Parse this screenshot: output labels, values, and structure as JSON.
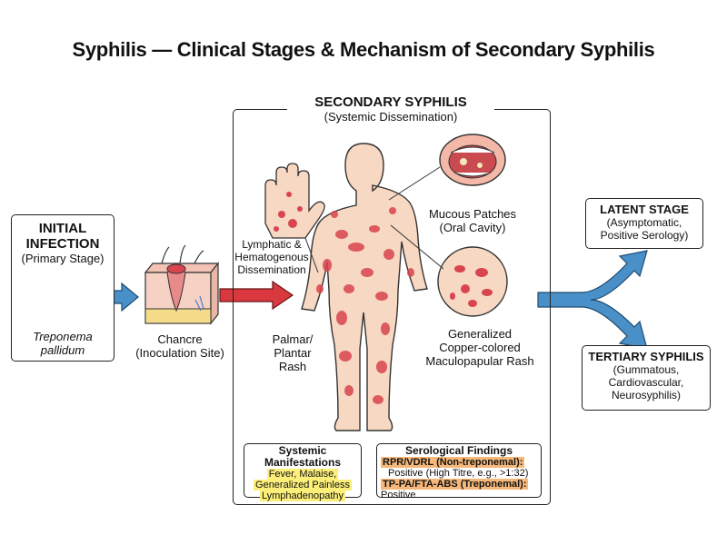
{
  "title": "Syphilis — Clinical Stages & Mechanism of Secondary Syphilis",
  "initial": {
    "heading_1": "INITIAL",
    "heading_2": "INFECTION",
    "subtitle": "(Primary Stage)",
    "organism_1": "Treponema",
    "organism_2": "pallidum"
  },
  "chancre": {
    "label_1": "Chancre",
    "label_2": "(Inoculation Site)"
  },
  "dissemination": {
    "line_1": "Lymphatic &",
    "line_2": "Hematogenous",
    "line_3": "Dissemination"
  },
  "secondary": {
    "heading": "SECONDARY SYPHILIS",
    "subtitle": "(Systemic Dissemination)",
    "palmar_1": "Palmar/",
    "palmar_2": "Plantar",
    "palmar_3": "Rash",
    "mucous_1": "Mucous Patches",
    "mucous_2": "(Oral Cavity)",
    "rash_1": "Generalized",
    "rash_2": "Copper-colored",
    "rash_3": "Maculopapular Rash"
  },
  "systemic": {
    "heading_1": "Systemic",
    "heading_2": "Manifestations",
    "item_1": "Fever, Malaise,",
    "item_2": "Generalized Painless",
    "item_3": "Lymphadenopathy"
  },
  "serology": {
    "heading": "Serological Findings",
    "test_1": "RPR/VDRL (Non-treponemal):",
    "result_1": "Positive (High Titre, e.g., >1:32)",
    "test_2": "TP-PA/FTA-ABS (Treponemal):",
    "result_2": "Positive"
  },
  "latent": {
    "heading": "LATENT STAGE",
    "line_1": "(Asymptomatic,",
    "line_2": "Positive Serology)"
  },
  "tertiary": {
    "heading": "TERTIARY SYPHILIS",
    "line_1": "(Gummatous,",
    "line_2": "Cardiovascular,",
    "line_3": "Neurosyphilis)"
  },
  "colors": {
    "arrow_blue": "#4a90c8",
    "arrow_red": "#d9393e",
    "skin": "#f7d8c2",
    "rash": "#d9454e",
    "highlight_yellow": "#fbef7a",
    "highlight_orange": "#f6b87a"
  }
}
